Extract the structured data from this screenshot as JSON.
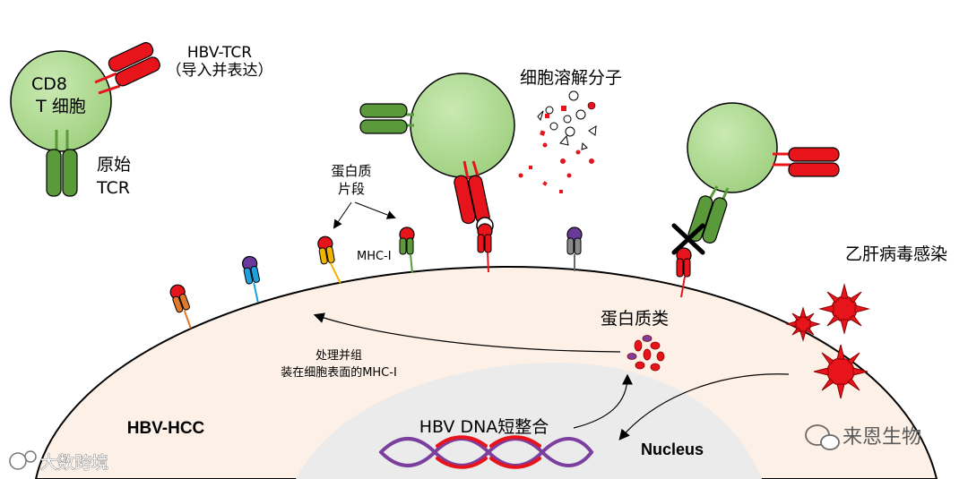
{
  "labels": {
    "cd8_line1": "CD8",
    "cd8_line2": "T 细胞",
    "hbv_tcr_line1": "HBV-TCR",
    "hbv_tcr_line2": "（导入并表达）",
    "native_tcr_line1": "原始",
    "native_tcr_line2": "TCR",
    "cytolytic": "细胞溶解分子",
    "peptide_line1": "蛋白质",
    "peptide_line2": "片段",
    "mhc": "MHC-I",
    "hbv_infection": "乙肝病毒感染",
    "protein": "蛋白质类",
    "process_line1": "处理并组",
    "process_line2": "装在细胞表面的MHC-I",
    "hbv_hcc": "HBV-HCC",
    "dna_integration": "HBV DNA短整合",
    "nucleus": "Nucleus"
  },
  "watermarks": {
    "left": "大数跨境",
    "right": "来恩生物"
  },
  "colors": {
    "tcell_green": "#a7d88a",
    "tcr_green": "#5a9a3a",
    "tcr_red": "#e8141b",
    "cell_fill": "#fdf0e6",
    "nucleus_fill": "#ebebeb",
    "dna_purple": "#7b3fa0",
    "dna_red": "#e8141b"
  }
}
